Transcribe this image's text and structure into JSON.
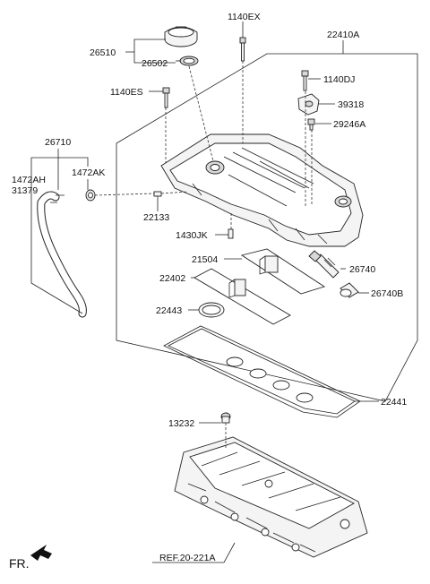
{
  "labels": {
    "p1140EX": "1140EX",
    "p22410A": "22410A",
    "p26510": "26510",
    "p26502": "26502",
    "p1140DJ": "1140DJ",
    "p1140ES": "1140ES",
    "p39318": "39318",
    "p29246A": "29246A",
    "p26710": "26710",
    "p1472AH": "1472AH",
    "p31379": "31379",
    "p1472AK": "1472AK",
    "p22133": "22133",
    "p1430JK": "1430JK",
    "p21504": "21504",
    "p26740": "26740",
    "p22402": "22402",
    "p26740B": "26740B",
    "p22443": "22443",
    "p22441": "22441",
    "p13232": "13232",
    "ref": "REF.20-221A",
    "fr": "FR."
  },
  "colors": {
    "line": "#222222",
    "background": "#ffffff"
  }
}
